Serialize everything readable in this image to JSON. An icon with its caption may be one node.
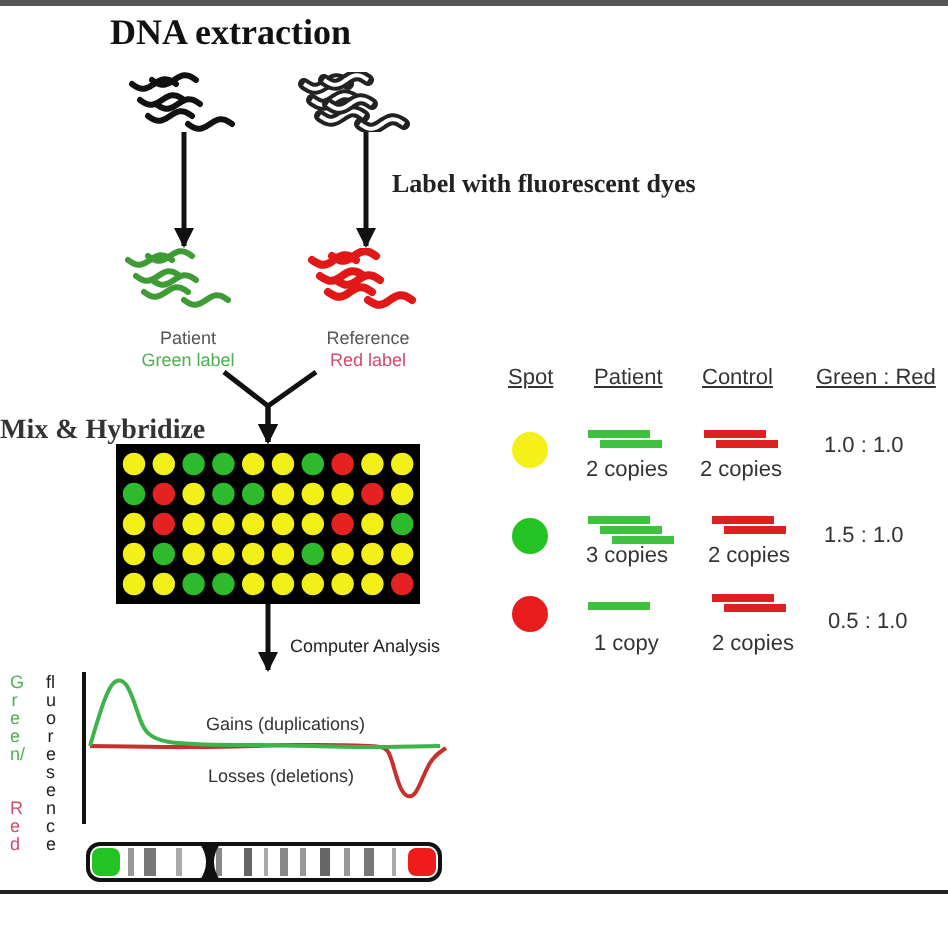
{
  "diagram": {
    "title": "DNA extraction",
    "nodes": [
      {
        "text": [],
        "shape": "picture"
      },
      {
        "text": [],
        "shape": "picture"
      },
      {
        "text": [
          "Patient",
          "Green label"
        ]
      },
      {
        "text": [
          "Reference",
          "Red label"
        ]
      },
      {
        "text": [],
        "shape": "picture"
      },
      {
        "text": [],
        "shape": "picture"
      }
    ],
    "edges": [
      {
        "from": 0,
        "to": 2,
        "arrow": "to"
      },
      {
        "from": 1,
        "to": 3,
        "arrow": "to",
        "label": "Label with fluorescent dyes"
      },
      {
        "from": 2,
        "to": 4,
        "arrow": "to"
      },
      {
        "from": 3,
        "to": 4,
        "arrow": "to"
      },
      {
        "from": 4,
        "to": 5,
        "arrow": "to",
        "label": "Computer Analysis"
      }
    ],
    "labels": [
      "Mix & Hybridize",
      "Spot",
      "Patient",
      "Control",
      "Green : Red",
      "2 copies",
      "2 copies",
      "1.0 : 1.0",
      "3 copies",
      "2 copies",
      "1.5 : 1.0",
      "1 copy",
      "2 copies",
      "0.5 : 1.0",
      "Green/",
      "Red",
      "fluoresence",
      "Gains (duplications)",
      "Losses (deletions)"
    ]
  }
}
